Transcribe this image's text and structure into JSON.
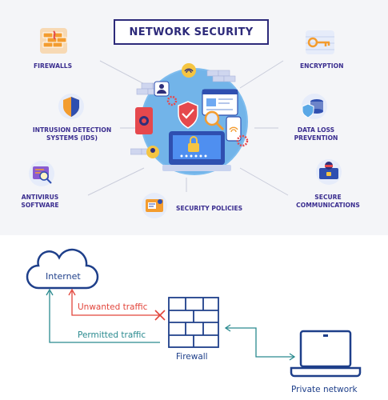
{
  "title": "NETWORK SECURITY",
  "features": {
    "firewalls": "FIREWALLS",
    "encryption": "ENCRYPTION",
    "ids_line1": "INTRUSION DETECTION",
    "ids_line2": "SYSTEMS (IDS)",
    "dlp_line1": "DATA LOSS",
    "dlp_line2": "PREVENTION",
    "antivirus_line1": "ANTIVIRUS",
    "antivirus_line2": "SOFTWARE",
    "secure_line1": "SECURE",
    "secure_line2": "COMMUNICATIONS",
    "policies": "SECURITY POLICIES"
  },
  "diagram": {
    "internet": "Internet",
    "unwanted": "Unwanted traffic",
    "permitted": "Permitted traffic",
    "firewall": "Firewall",
    "private_network": "Private network"
  },
  "colors": {
    "title": "#2d2a7a",
    "label": "#3a2d8f",
    "node_outline": "#1e3f8a",
    "unwanted": "#e2453b",
    "permitted": "#2a8a8f",
    "accent_orange": "#f39c2f",
    "accent_blue": "#5aa8e6"
  }
}
